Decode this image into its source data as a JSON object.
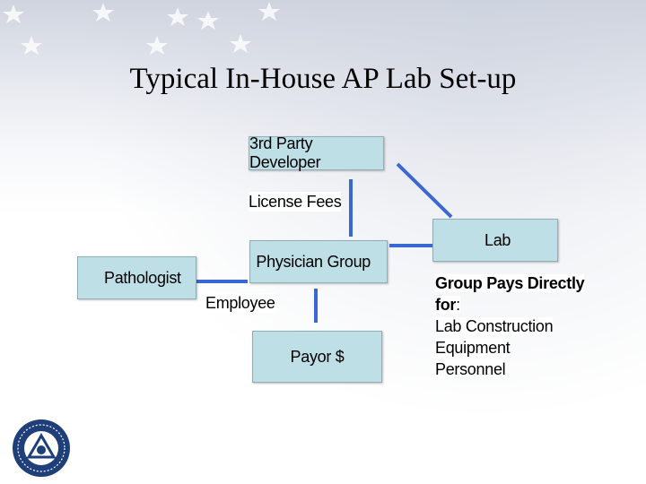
{
  "slide": {
    "title": "Typical In-House AP Lab Set-up"
  },
  "diagram": {
    "boxes": {
      "developer": "3rd Party Developer",
      "lab": "Lab",
      "pathologist": "Pathologist",
      "physician_group": "Physician Group",
      "payor": "Payor $"
    },
    "edge_labels": {
      "license_fees": "License Fees",
      "employee": "Employee"
    },
    "note": {
      "heading_part1": "Group Pays Directly",
      "heading_part2": "for",
      "heading_colon": ":",
      "items": [
        "Lab Construction",
        "Equipment",
        "Personnel"
      ]
    }
  },
  "colors": {
    "box_fill": "#bedfe6",
    "connector": "#3a67d6"
  },
  "icons": {
    "background": "american-flag-stars",
    "logo": "college-of-american-pathologists-seal"
  }
}
